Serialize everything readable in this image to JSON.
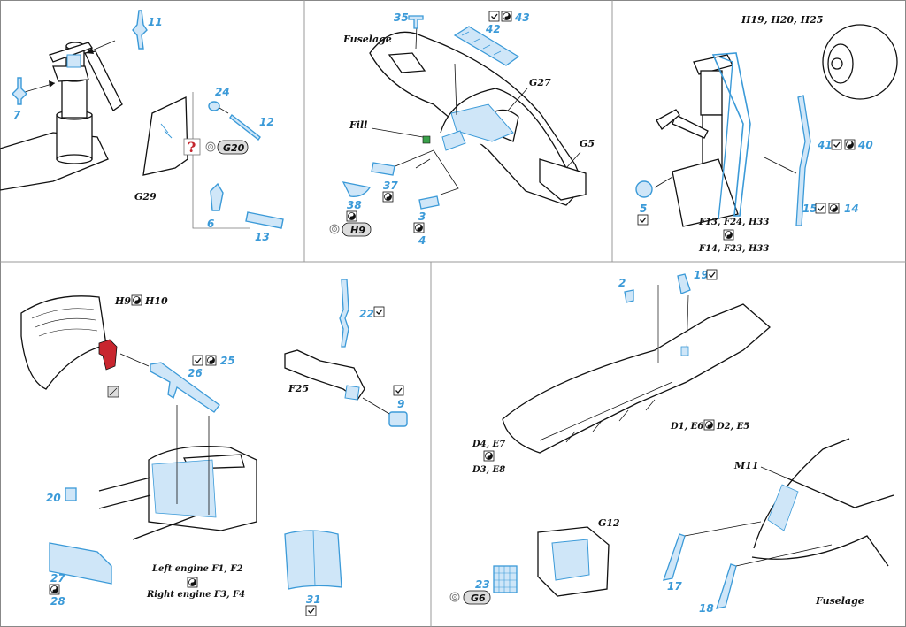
{
  "colors": {
    "part_blue": "#3b9ad8",
    "part_fill": "#cfe6f8",
    "ink": "#111111",
    "pill_fill": "#dddddd",
    "alert_red": "#c4262e",
    "fill_green": "#3aa14a",
    "red_part": "#c8262f"
  },
  "panel1": {
    "part_11": "11",
    "part_7": "7",
    "part_24": "24",
    "part_12": "12",
    "part_6": "6",
    "part_13": "13",
    "label_g29": "G29",
    "pill_g20": "G20"
  },
  "panel2": {
    "part_35": "35",
    "part_43": "43",
    "part_42": "42",
    "label_fuselage": "Fuselage",
    "label_g27": "G27",
    "label_fill": "Fill",
    "label_g5": "G5",
    "part_37": "37",
    "part_38": "38",
    "part_3": "3",
    "part_4": "4",
    "pill_h9": "H9"
  },
  "panel3": {
    "label_h19": "H19, H20, H25",
    "part_41": "41",
    "part_40": "40",
    "part_5": "5",
    "part_15": "15",
    "part_14": "14",
    "label_f13": "F13, F24, H33",
    "label_f14": "F14, F23, H33"
  },
  "panel4": {
    "label_h9": "H9",
    "label_h10": "H10",
    "part_22": "22",
    "part_25": "25",
    "part_26": "26",
    "label_f25": "F25",
    "part_9": "9",
    "part_20": "20",
    "part_27": "27",
    "part_28": "28",
    "label_left": "Left engine F1, F2",
    "label_right": "Right engine F3, F4",
    "part_31": "31"
  },
  "panel5": {
    "part_2": "2",
    "part_19": "19",
    "label_d1": "D1, E6",
    "label_d2": "D2, E5",
    "label_d4": "D4, E7",
    "label_d3": "D3, E8",
    "label_m11": "M11",
    "label_g12": "G12",
    "part_23": "23",
    "pill_g6": "G6",
    "part_17": "17",
    "part_18": "18",
    "label_fuselage": "Fuselage"
  },
  "icons": [
    "fold-icon",
    "yin-yang-icon",
    "question-icon",
    "gear-icon",
    "hatch-icon"
  ]
}
